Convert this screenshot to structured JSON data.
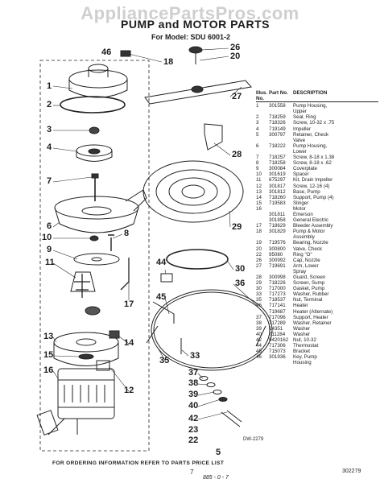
{
  "watermark": "AppliancePartsPros.com",
  "title": "PUMP and MOTOR PARTS",
  "model_line": "For Model: SDU 6001-2",
  "table": {
    "headers": [
      "Illus. No.",
      "Part No.",
      "DESCRIPTION"
    ],
    "rows": [
      {
        "n": "1",
        "p": "301558",
        "d": "Pump Housing,"
      },
      {
        "n": "",
        "p": "",
        "d": "Upper"
      },
      {
        "n": "2",
        "p": "718259",
        "d": "Seal, Ring"
      },
      {
        "n": "3",
        "p": "718326",
        "d": "Screw, 10-32 x .75"
      },
      {
        "n": "4",
        "p": "719149",
        "d": "Impeller"
      },
      {
        "n": "5",
        "p": "300797",
        "d": "Retainer, Check"
      },
      {
        "n": "",
        "p": "",
        "d": "Valve"
      },
      {
        "n": "6",
        "p": "718222",
        "d": "Pump Housing,"
      },
      {
        "n": "",
        "p": "",
        "d": "Lower"
      },
      {
        "n": "7",
        "p": "718257",
        "d": "Screw, 8-18 x 1.38"
      },
      {
        "n": "8",
        "p": "718258",
        "d": "Screw, 8-18 x .62"
      },
      {
        "n": "9",
        "p": "300084",
        "d": "Coverplate"
      },
      {
        "n": "10",
        "p": "301619",
        "d": "Spacer"
      },
      {
        "n": "11",
        "p": "675297",
        "d": "Kit, Drain Impeller"
      },
      {
        "n": "12",
        "p": "301817",
        "d": "Screw, 12-16 (4)"
      },
      {
        "n": "13",
        "p": "301812",
        "d": "Base, Pump"
      },
      {
        "n": "14",
        "p": "718260",
        "d": "Support, Pump (4)"
      },
      {
        "n": "15",
        "p": "719583",
        "d": "Slinger"
      },
      {
        "n": "16",
        "p": "",
        "d": "Motor"
      },
      {
        "n": "",
        "p": "301811",
        "d": "Emerson"
      },
      {
        "n": "",
        "p": "301858",
        "d": "General Electric"
      },
      {
        "n": "17",
        "p": "718629",
        "d": "Bleeder Assembly"
      },
      {
        "n": "18",
        "p": "301829",
        "d": "Pump & Motor"
      },
      {
        "n": "",
        "p": "",
        "d": "Assembly"
      },
      {
        "n": "19",
        "p": "719576",
        "d": "Bearing, Nozzle"
      },
      {
        "n": "20",
        "p": "300800",
        "d": "Valve, Check"
      },
      {
        "n": "22",
        "p": "95080",
        "d": "Ring \"O\""
      },
      {
        "n": "26",
        "p": "300992",
        "d": "Cap, Nozzle"
      },
      {
        "n": "27",
        "p": "719691",
        "d": "Arm, Lower"
      },
      {
        "n": "",
        "p": "",
        "d": "Spray"
      },
      {
        "n": "28",
        "p": "300998",
        "d": "Guard, Screen"
      },
      {
        "n": "29",
        "p": "718226",
        "d": "Screen, Sump"
      },
      {
        "n": "30",
        "p": "717000",
        "d": "Gasket, Pump"
      },
      {
        "n": "33",
        "p": "717273",
        "d": "Washer, Rubber"
      },
      {
        "n": "35",
        "p": "718537",
        "d": "Nut, Terminal"
      },
      {
        "n": "36",
        "p": "717141",
        "d": "Heater"
      },
      {
        "n": "",
        "p": "719687",
        "d": "Heater (Alternate)"
      },
      {
        "n": "37",
        "p": "717096",
        "d": "Support, Heater"
      },
      {
        "n": "38",
        "p": "717289",
        "d": "Washer, Retainer"
      },
      {
        "n": "39",
        "p": "14351",
        "d": "Washer"
      },
      {
        "n": "40",
        "p": "711284",
        "d": "Washer"
      },
      {
        "n": "42",
        "p": "9420162",
        "d": "Nut, 10-32"
      },
      {
        "n": "44",
        "p": "717306",
        "d": "Thermostat"
      },
      {
        "n": "45",
        "p": "715073",
        "d": "Bracket"
      },
      {
        "n": "46",
        "p": "301936",
        "d": "Key, Pump"
      },
      {
        "n": "",
        "p": "",
        "d": "Housing"
      }
    ]
  },
  "callouts": [
    "46",
    "18",
    "1",
    "2",
    "3",
    "4",
    "7",
    "6",
    "10",
    "8",
    "9",
    "11",
    "17",
    "13",
    "14",
    "15",
    "16",
    "12",
    "26",
    "20",
    "27",
    "28",
    "29",
    "30",
    "44",
    "45",
    "36",
    "33",
    "35",
    "37",
    "38",
    "39",
    "40",
    "42",
    "23",
    "22",
    "5"
  ],
  "drawing_number": "DW-2279",
  "footer_note": "FOR ORDERING INFORMATION REFER TO PARTS PRICE LIST",
  "page_number": "7",
  "doc_number": "302279",
  "handwritten_note": "885 - 0 - 7"
}
